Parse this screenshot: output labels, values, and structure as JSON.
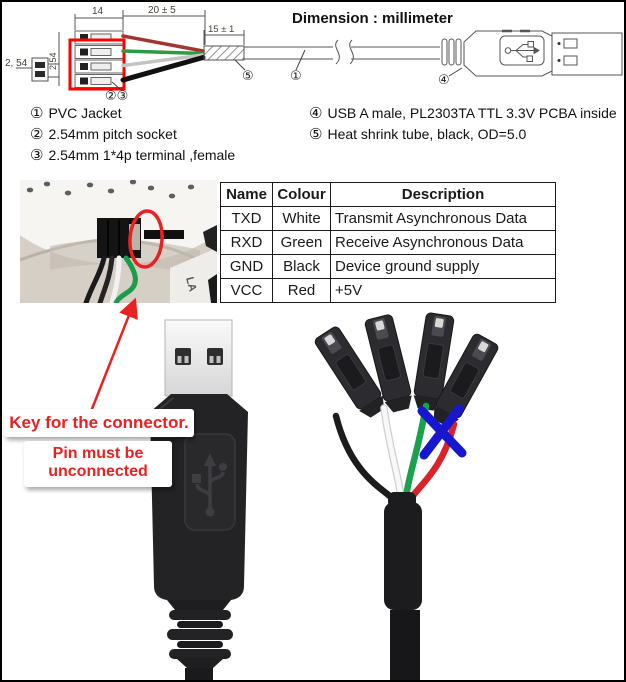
{
  "drawing": {
    "title": "Dimension : millimeter",
    "dims": {
      "pitch": "2, 54",
      "pitch_v": "2.54",
      "width": "14",
      "wire": "20 ± 5",
      "tube": "15 ± 1"
    },
    "callouts": {
      "jacket": "①",
      "socket_terminal": "②③",
      "usb": "④",
      "tube": "⑤"
    }
  },
  "notes": {
    "left": [
      {
        "num": "①",
        "text": "PVC Jacket"
      },
      {
        "num": "②",
        "text": "2.54mm pitch socket"
      },
      {
        "num": "③",
        "text": "2.54mm 1*4p terminal ,female"
      }
    ],
    "right": [
      {
        "num": "④",
        "text": "USB A male, PL2303TA TTL 3.3V PCBA inside"
      },
      {
        "num": "⑤",
        "text": "Heat shrink tube, black, OD=5.0"
      }
    ]
  },
  "pin_table": {
    "headers": [
      "Name",
      "Colour",
      "Description"
    ],
    "rows": [
      {
        "name": "TXD",
        "colour": "White",
        "description": "Transmit Asynchronous Data"
      },
      {
        "name": "RXD",
        "colour": "Green",
        "description": "Receive Asynchronous Data"
      },
      {
        "name": "GND",
        "colour": "Black",
        "description": "Device ground supply"
      },
      {
        "name": "VCC",
        "colour": "Red",
        "description": "+5V"
      }
    ]
  },
  "annotations": {
    "key_note": "Key for the connector.",
    "pin_note_line1": "Pin must be",
    "pin_note_line2": "unconnected"
  },
  "photo": {
    "device_label_partial": "LA"
  },
  "colors": {
    "annotation_red": "#e82222",
    "blue_x": "#1717cf",
    "wire_red": "#d8232a",
    "wire_green": "#1aa14e",
    "wire_white": "#f4f4f4",
    "wire_black": "#1c1c1c"
  }
}
